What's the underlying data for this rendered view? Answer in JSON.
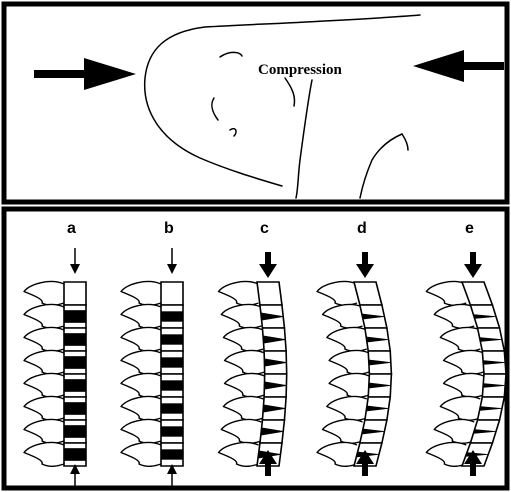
{
  "top_panel": {
    "compression_label": "Compression",
    "left_arrow_icon": "arrow-right-icon",
    "right_arrow_icon": "arrow-left-icon"
  },
  "bottom_panel": {
    "columns": [
      {
        "label": "a",
        "curvature": 0.0,
        "arrow_style": "thin",
        "blackness": 0.55
      },
      {
        "label": "b",
        "curvature": 0.0,
        "arrow_style": "thin",
        "blackness": 0.45
      },
      {
        "label": "c",
        "curvature": 0.35,
        "arrow_style": "bold",
        "blackness": 0.35
      },
      {
        "label": "d",
        "curvature": 0.7,
        "arrow_style": "bold",
        "blackness": 0.25
      },
      {
        "label": "e",
        "curvature": 1.0,
        "arrow_style": "bold",
        "blackness": 0.2
      }
    ]
  },
  "colors": {
    "ink": "#000000",
    "paper": "#ffffff"
  }
}
